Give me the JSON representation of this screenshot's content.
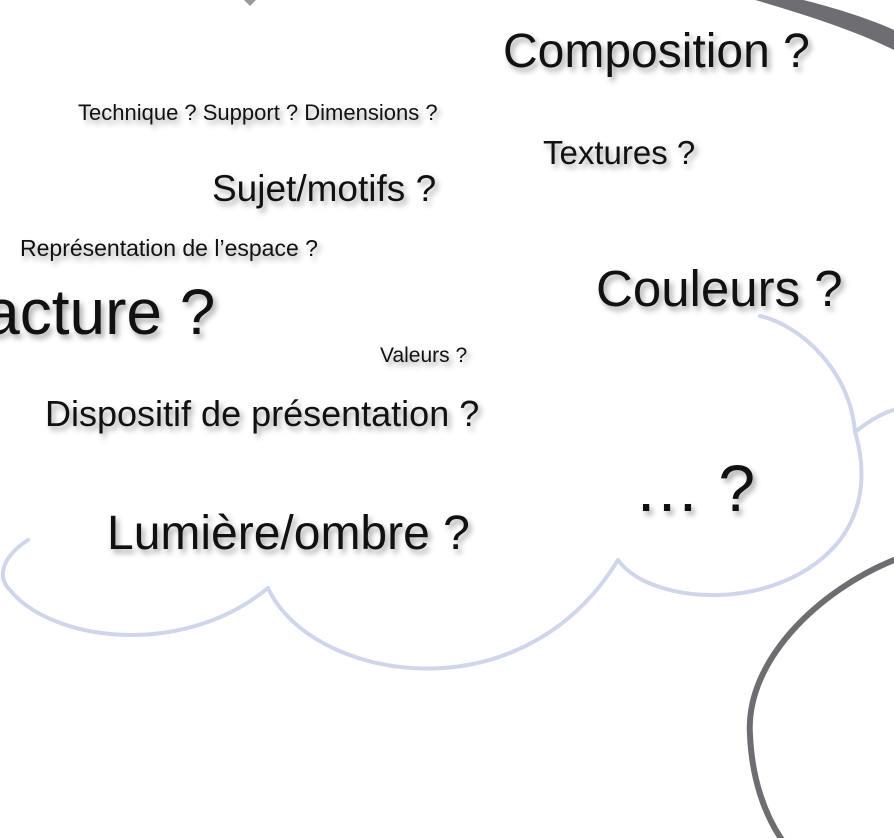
{
  "colors": {
    "cloud_outline": "#cfd6ec",
    "dark_arc": "#6e6e72",
    "text": "#111111"
  },
  "words": {
    "composition": "Composition ?",
    "technique": "Technique ? Support ? Dimensions ?",
    "textures": "Textures ?",
    "sujet": "Sujet/motifs ?",
    "representation": "Représentation de l’espace ?",
    "couleurs": "Couleurs ?",
    "facture": "Facture ?",
    "valeurs": "Valeurs ?",
    "dispositif": "Dispositif de présentation ?",
    "ellipsis": "… ?",
    "lumiere": "Lumière/ombre ?"
  }
}
